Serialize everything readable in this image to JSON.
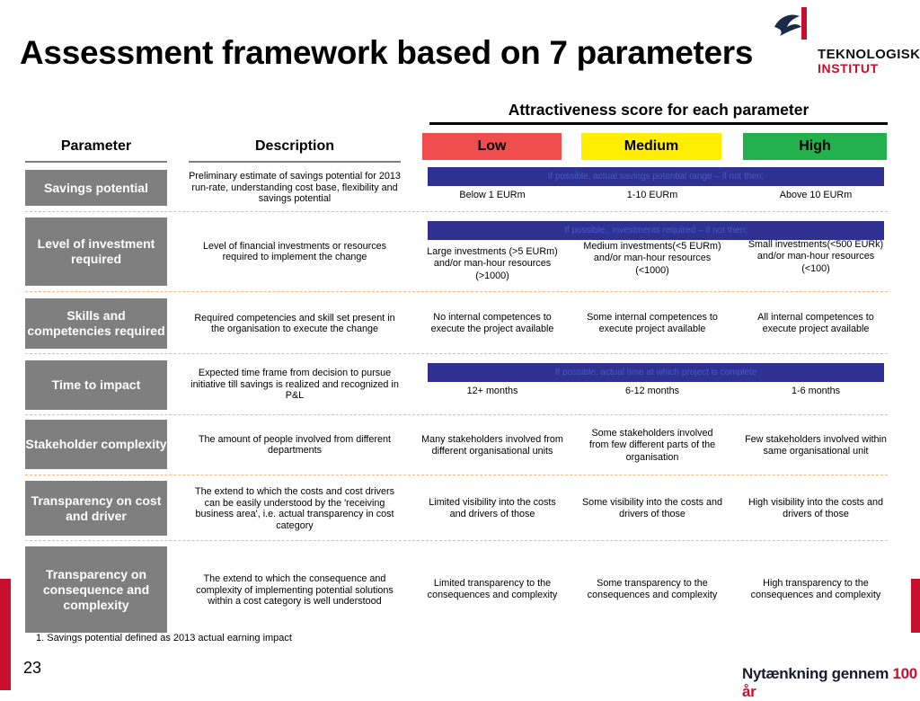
{
  "title": "Assessment framework based on 7 parameters",
  "logo": {
    "line1": "TEKNOLOGISK",
    "line2": "INSTITUT"
  },
  "attractiveness_heading": "Attractiveness score for each parameter",
  "headers": {
    "parameter": "Parameter",
    "description": "Description",
    "low": "Low",
    "medium": "Medium",
    "high": "High"
  },
  "rows": [
    {
      "parameter": "Savings potential",
      "description": "Preliminary estimate of savings potential for 2013 run-rate, understanding cost base, flexibility and savings potential",
      "banner": "If possible, actual savings potential range – if not then;",
      "low": "Below 1 EURm",
      "medium": "1-10 EURm",
      "high": "Above 10 EURm"
    },
    {
      "parameter": "Level of investment required",
      "description": "Level of financial investments or resources required to implement the change",
      "banner": "If possible,, investments required – if not then;",
      "low": "Large investments (>5 EURm) and/or  man-hour resources (>1000)",
      "medium": "Medium investments(<5 EURm) and/or  man-hour resources (<1000)",
      "high": "Small investments(<500 EURk) and/or  man-hour resources (<100)"
    },
    {
      "parameter": "Skills and competencies required",
      "description": "Required competencies and skill set present in the organisation to execute the change",
      "low": "No internal competences to execute the project available",
      "medium": "Some internal competences to execute project available",
      "high": "All internal competences to execute project available"
    },
    {
      "parameter": "Time to impact",
      "description": "Expected time frame from decision to pursue initiative till savings is realized and recognized in P&L",
      "banner": "If possible, actual time at which project is complete",
      "low": "12+ months",
      "medium": "6-12 months",
      "high": "1-6 months"
    },
    {
      "parameter": "Stakeholder complexity",
      "description": "The amount of people involved from different departments",
      "low": "Many stakeholders involved from different organisational units",
      "medium": "Some stakeholders involved from few different parts of the organisation",
      "high": "Few stakeholders involved within same organisational unit"
    },
    {
      "parameter": "Transparency on cost and driver",
      "description": "The extend to which the costs and cost drivers can be easily understood by the 'receiving business area', i.e. actual transparency in cost category",
      "low": "Limited visibility into the costs and drivers of those",
      "medium": "Some visibility into the costs and drivers of those",
      "high": "High visibility into the costs and drivers of those"
    },
    {
      "parameter": "Transparency on consequence and complexity",
      "description": "The extend to which the consequence and complexity of implementing potential solutions within a cost category is well understood",
      "low": "Limited transparency to the consequences and complexity",
      "medium": "Some transparency to the consequences and complexity",
      "high": "High transparency to the consequences and complexity"
    }
  ],
  "footnote": "1. Savings potential defined as 2013 actual earning impact",
  "page_number": "23",
  "tagline": {
    "main": "Nytænkning gennem ",
    "accent": "100 år"
  },
  "colors": {
    "low": "#f04e4e",
    "medium": "#ffee00",
    "high": "#22b14c",
    "parameter_box": "#7f7f7f",
    "banner": "#2e3192",
    "brand_red": "#c8102e"
  }
}
